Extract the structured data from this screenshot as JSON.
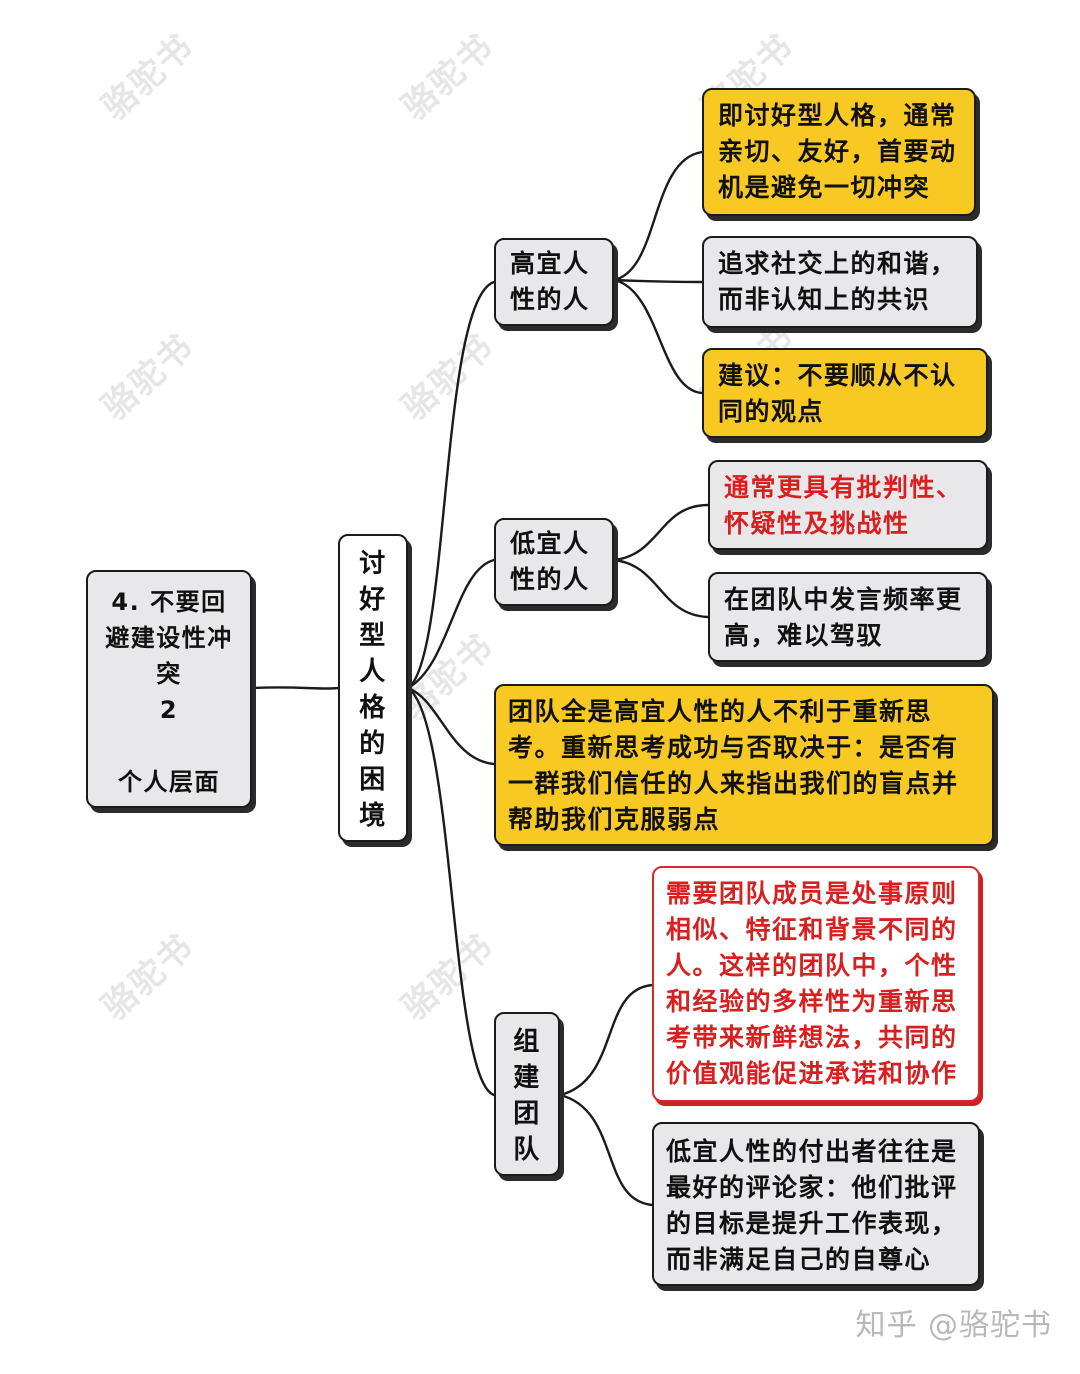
{
  "watermark": "骆驼书",
  "root": {
    "line1": "4. 不要回",
    "line2": "避建设性冲",
    "line3": "突",
    "line4": "2",
    "line5": "个人层面"
  },
  "center": {
    "chars": [
      "讨",
      "好",
      "型",
      "人",
      "格",
      "的",
      "困",
      "境"
    ]
  },
  "branches": {
    "high": {
      "label": "高宜人性的人",
      "children": [
        "即讨好型人格，通常亲切、友好，首要动机是避免一切冲突",
        "追求社交上的和谐，而非认知上的共识",
        "建议：不要顺从不认同的观点"
      ]
    },
    "low": {
      "label": "低宜人性的人",
      "children": [
        "通常更具有批判性、怀疑性及挑战性",
        "在团队中发言频率更高，难以驾驭"
      ]
    },
    "note": "团队全是高宜人性的人不利于重新思考。重新思考成功与否取决于：是否有一群我们信任的人来指出我们的盲点并帮助我们克服弱点",
    "team": {
      "chars": [
        "组",
        "建",
        "团",
        "队"
      ],
      "children": [
        "需要团队成员是处事原则相似、特征和背景不同的人。这样的团队中，个性和经验的多样性为重新思考带来新鲜想法，共同的价值观能促进承诺和协作",
        "低宜人性的付出者往往是最好的评论家：他们批评的目标是提升工作表现，而非满足自己的自尊心"
      ]
    }
  },
  "footer": "知乎 @骆驼书",
  "colors": {
    "yellow": "#f8c823",
    "gray": "#e8e8ea",
    "red": "#d82020"
  }
}
